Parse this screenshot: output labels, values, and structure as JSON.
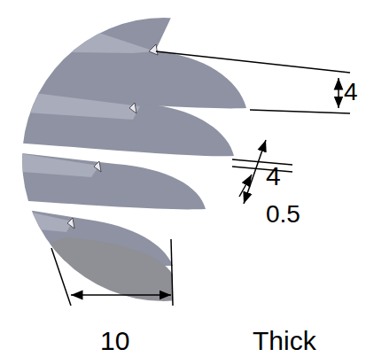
{
  "diagram": {
    "labels": [
      "4",
      "4",
      "0.5",
      "10",
      "Thick"
    ]
  }
}
